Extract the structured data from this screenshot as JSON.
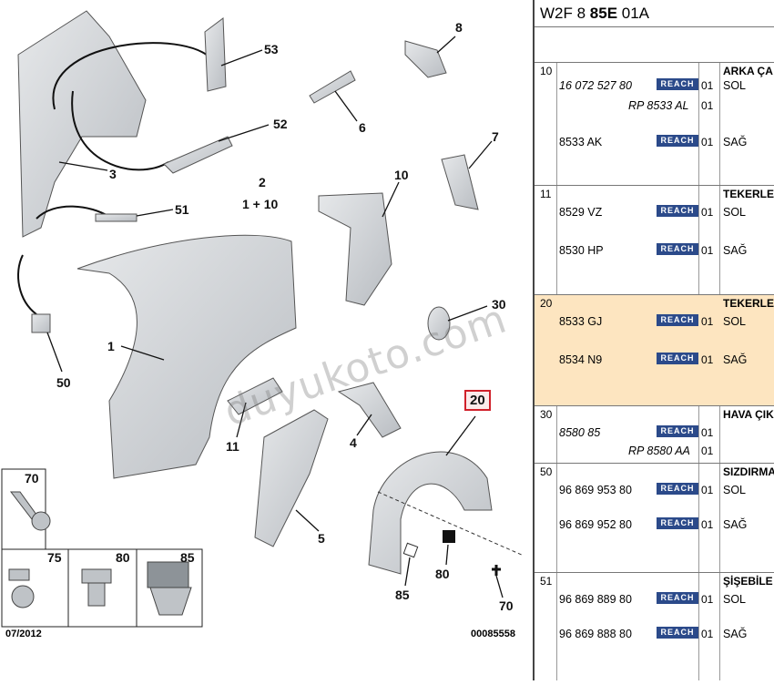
{
  "diagram": {
    "callouts": [
      {
        "label": "8"
      },
      {
        "label": "53"
      },
      {
        "label": "6"
      },
      {
        "label": "52"
      },
      {
        "label": "7"
      },
      {
        "label": "3"
      },
      {
        "label": "2"
      },
      {
        "label": "1 + 10"
      },
      {
        "label": "10"
      },
      {
        "label": "51"
      },
      {
        "label": "30"
      },
      {
        "label": "1"
      },
      {
        "label": "50"
      },
      {
        "label": "20"
      },
      {
        "label": "11"
      },
      {
        "label": "4"
      },
      {
        "label": "5"
      },
      {
        "label": "70"
      },
      {
        "label": "80"
      },
      {
        "label": "85"
      },
      {
        "label": "70"
      },
      {
        "label": "75"
      },
      {
        "label": "80"
      },
      {
        "label": "85"
      }
    ],
    "date": "07/2012",
    "code": "00085558",
    "watermark": "duyukoto.com"
  },
  "table": {
    "header_prefix": "W2F 8 ",
    "header_bold": "85E",
    "header_suffix": " 01A",
    "groups": [
      {
        "pos": "10",
        "desc": "ARKA ÇA",
        "lines": [
          {
            "ref": "16 072 527 80",
            "italic": true,
            "badge": "REACH",
            "qty": "01",
            "side": "SOL"
          },
          {
            "ref": "RP 8533 AL",
            "rp": true,
            "badge": "",
            "qty": "01",
            "side": ""
          },
          {
            "ref": "8533 AK",
            "italic": false,
            "badge": "REACH",
            "qty": "01",
            "side": "SAĞ"
          }
        ]
      },
      {
        "pos": "11",
        "desc": "TEKERLE",
        "lines": [
          {
            "ref": "8529 VZ",
            "badge": "REACH",
            "qty": "01",
            "side": "SOL"
          },
          {
            "ref": "8530 HP",
            "badge": "REACH",
            "qty": "01",
            "side": "SAĞ"
          }
        ]
      },
      {
        "pos": "20",
        "desc": "TEKERLE",
        "lines": [
          {
            "ref": "8533 GJ",
            "badge": "REACH",
            "qty": "01",
            "side": "SOL"
          },
          {
            "ref": "8534 N9",
            "badge": "REACH",
            "qty": "01",
            "side": "SAĞ"
          }
        ]
      },
      {
        "pos": "30",
        "desc": "HAVA ÇIK",
        "lines": [
          {
            "ref": "8580 85",
            "italic": true,
            "badge": "REACH",
            "qty": "01",
            "side": ""
          },
          {
            "ref": "RP 8580 AA",
            "rp": true,
            "badge": "",
            "qty": "01",
            "side": ""
          }
        ]
      },
      {
        "pos": "50",
        "desc": "SIZDIRMA",
        "lines": [
          {
            "ref": "96 869 953 80",
            "badge": "REACH",
            "qty": "01",
            "side": "SOL"
          },
          {
            "ref": "96 869 952 80",
            "badge": "REACH",
            "qty": "01",
            "side": "SAĞ"
          }
        ]
      },
      {
        "pos": "51",
        "desc": "ŞİŞEBİLE",
        "lines": [
          {
            "ref": "96 869 889 80",
            "badge": "REACH",
            "qty": "01",
            "side": "SOL"
          },
          {
            "ref": "96 869 888 80",
            "badge": "REACH",
            "qty": "01",
            "side": "SAĞ"
          }
        ]
      }
    ]
  }
}
